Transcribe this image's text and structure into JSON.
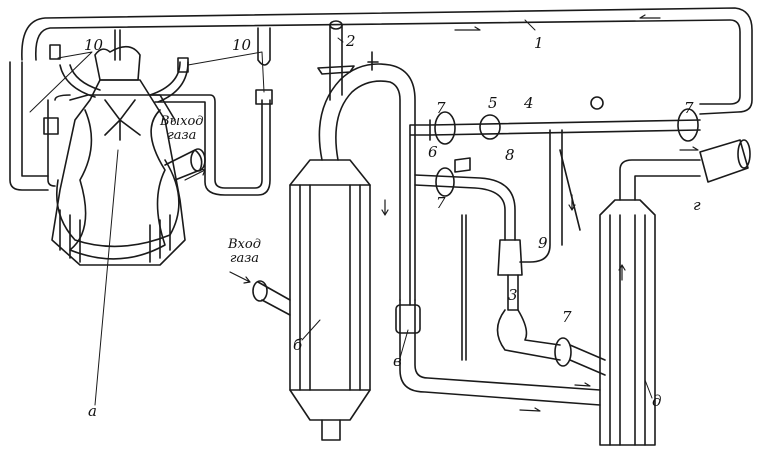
{
  "labels": {
    "n1": "1",
    "n2": "2",
    "n3": "3",
    "n4": "4",
    "n5": "5",
    "n6": "6",
    "n7": "7",
    "n8": "8",
    "n9": "9",
    "n10": "10",
    "a": "а",
    "b": "б",
    "v": "в",
    "g": "г",
    "d": "д"
  },
  "captions": {
    "gas_out_1": "Выход",
    "gas_out_2": "газа",
    "gas_in_1": "Вход",
    "gas_in_2": "газа"
  },
  "colors": {
    "ink": "#1a1a1a",
    "paper": "#ffffff"
  }
}
